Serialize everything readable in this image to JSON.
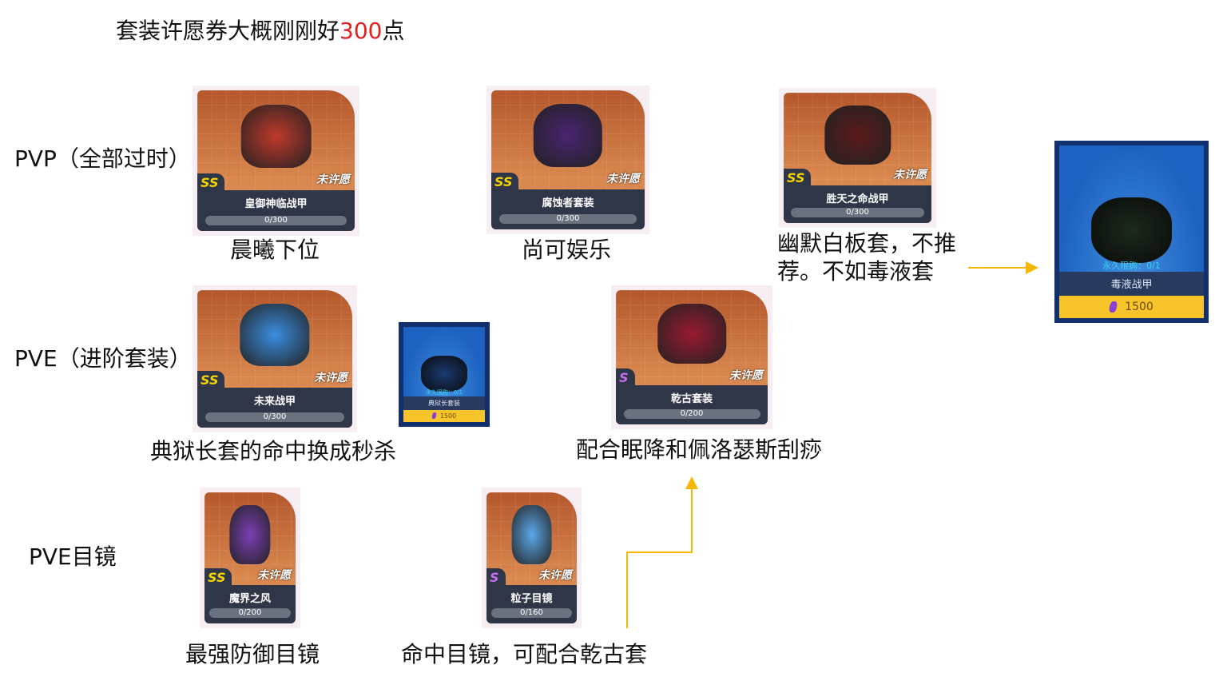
{
  "title": {
    "pre": "套装许愿券大概刚刚好",
    "num": "300",
    "post": "点"
  },
  "rows": {
    "pvp": "PVP（全部过时）",
    "pve": "PVE（进阶套装）",
    "goggles": "PVE目镜"
  },
  "comments": {
    "c1": "晨曦下位",
    "c2": "尚可娱乐",
    "c3a": "幽默白板套，不推",
    "c3b": "荐。不如毒液套",
    "c4": "典狱长套的命中换成秒杀",
    "c5": "配合眠降和佩洛瑟斯刮痧",
    "c6": "最强防御目镜",
    "c7": "命中目镜，可配合乾古套"
  },
  "wish_label": "未许愿",
  "cards": [
    {
      "rank": "SS",
      "name": "皇御神临战甲",
      "progress": "0/300",
      "art": "#c0392b"
    },
    {
      "rank": "SS",
      "name": "腐蚀者套装",
      "progress": "0/300",
      "art": "#4a2470"
    },
    {
      "rank": "SS",
      "name": "胜天之命战甲",
      "progress": "0/300",
      "art": "#5a1a1a"
    },
    {
      "rank": "SS",
      "name": "未来战甲",
      "progress": "0/300",
      "art": "#3a8ee0"
    },
    {
      "rank": "S",
      "name": "乾古套装",
      "progress": "0/200",
      "art": "#9a1a30"
    },
    {
      "rank": "SS",
      "name": "魔界之风",
      "progress": "0/200",
      "art": "#7b3fb5"
    },
    {
      "rank": "S",
      "name": "粒子目镜",
      "progress": "0/160",
      "art": "#5aa8e8"
    }
  ],
  "shop": [
    {
      "limit": "永久限购：0/1",
      "name": "毒液战甲",
      "price": "1500",
      "art": "#1b2a1b"
    },
    {
      "limit": "永久限购：0/1",
      "name": "典狱长套装",
      "price": "1500",
      "art": "#1a3a70"
    }
  ],
  "colors": {
    "accent": "#e32020",
    "arrow": "#f5b800"
  }
}
